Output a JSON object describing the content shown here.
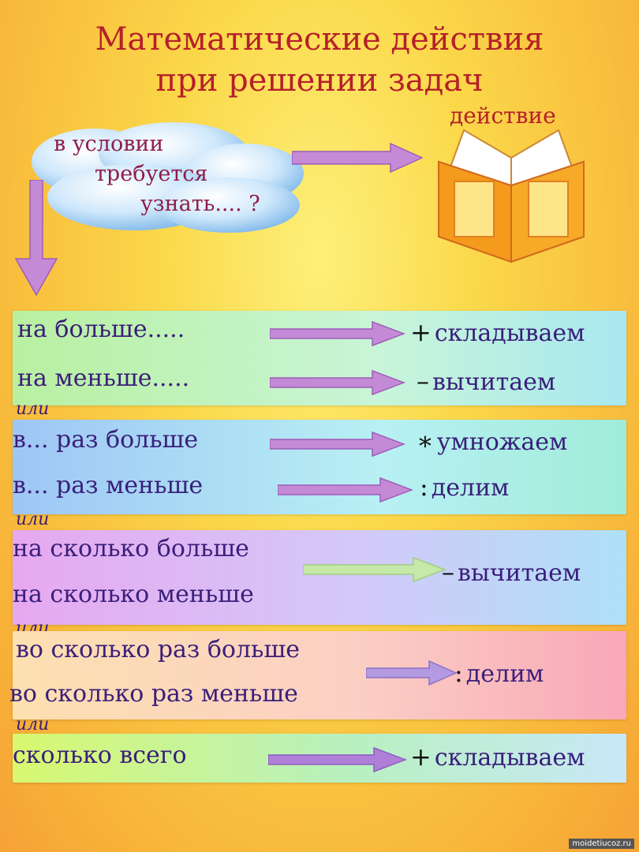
{
  "title": {
    "line1": "Математические действия",
    "line2": "при решении задач"
  },
  "book": {
    "label": "действие"
  },
  "cloud": {
    "line1": "в условии",
    "line2": "требуется",
    "line3": "узнать.... ?"
  },
  "connector": "или",
  "rows": [
    {
      "label": "на больше.....",
      "symbol": "+",
      "action": "складываем"
    },
    {
      "label": "на меньше.....",
      "symbol": "–",
      "action": "вычитаем"
    },
    {
      "label": "в... раз больше",
      "symbol": "∗",
      "action": "умножаем"
    },
    {
      "label": "в... раз меньше",
      "symbol": ":",
      "action": "делим"
    },
    {
      "label": "на сколько больше",
      "label2": "на сколько меньше",
      "symbol": "–",
      "action": "вычитаем"
    },
    {
      "label": "во сколько раз больше",
      "label2": "во сколько раз меньше",
      "symbol": ":",
      "action": "делим"
    },
    {
      "label": "сколько всего",
      "symbol": "+",
      "action": "складываем"
    }
  ],
  "watermark": "moidetiucoz.ru",
  "colors": {
    "title": "#b5202a",
    "text": "#3a1e7a",
    "arrow": "#b27bd0"
  }
}
